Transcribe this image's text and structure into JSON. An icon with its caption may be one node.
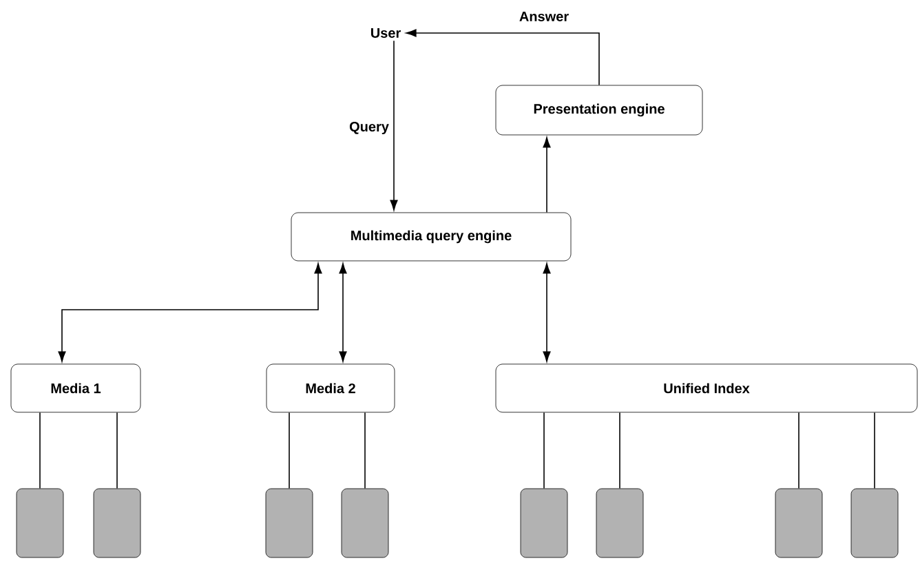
{
  "diagram": {
    "nodes": [
      {
        "text": [
          "User"
        ]
      },
      {
        "text": [
          "Presentation engine"
        ]
      },
      {
        "text": [
          "Multimedia query engine"
        ]
      },
      {
        "text": [
          "Media 1"
        ]
      },
      {
        "text": [
          "Media 2"
        ]
      },
      {
        "text": [
          "Unified Index"
        ]
      },
      {
        "text": [],
        "shape": "box"
      },
      {
        "text": [],
        "shape": "box"
      },
      {
        "text": [],
        "shape": "box"
      },
      {
        "text": [],
        "shape": "box"
      },
      {
        "text": [],
        "shape": "box"
      },
      {
        "text": [],
        "shape": "box"
      },
      {
        "text": [],
        "shape": "box"
      },
      {
        "text": [],
        "shape": "box"
      }
    ],
    "edges": [
      {
        "from": 0,
        "to": 2,
        "arrow": "to",
        "label": "Query"
      },
      {
        "from": 1,
        "to": 0,
        "arrow": "to",
        "label": "Answer"
      },
      {
        "from": 2,
        "to": 1,
        "arrow": "to"
      },
      {
        "from": 2,
        "to": 3,
        "arrow": "both"
      },
      {
        "from": 2,
        "to": 4,
        "arrow": "both"
      },
      {
        "from": 2,
        "to": 5,
        "arrow": "both"
      },
      {
        "from": 3,
        "to": 6,
        "arrow": "none"
      },
      {
        "from": 3,
        "to": 7,
        "arrow": "none"
      },
      {
        "from": 4,
        "to": 8,
        "arrow": "none"
      },
      {
        "from": 4,
        "to": 9,
        "arrow": "none"
      },
      {
        "from": 5,
        "to": 10,
        "arrow": "none"
      },
      {
        "from": 5,
        "to": 11,
        "arrow": "none"
      },
      {
        "from": 5,
        "to": 12,
        "arrow": "none"
      },
      {
        "from": 5,
        "to": 13,
        "arrow": "none"
      }
    ]
  }
}
